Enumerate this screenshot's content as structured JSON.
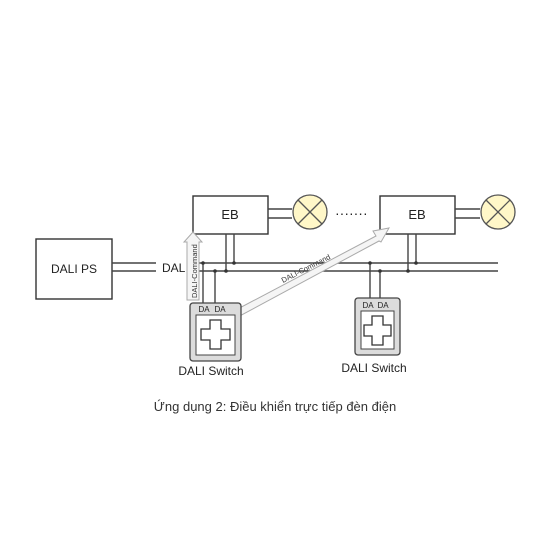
{
  "diagram": {
    "dali_ps_label": "DALI PS",
    "bus_label": "DALI",
    "eb_left_label": "EB",
    "eb_right_label": "EB",
    "dots": "·······",
    "cmd_left": "DALI-Command",
    "cmd_right": "DALI-Command",
    "switch_left": {
      "label": "DALI Switch",
      "da1": "DA",
      "da2": "DA"
    },
    "switch_right": {
      "label": "DALI Switch",
      "da1": "DA",
      "da2": "DA"
    }
  },
  "caption": "Ứng dụng 2:  Điều khiển trực tiếp đèn điện",
  "colors": {
    "stroke": "#333333",
    "switch_fill": "#dcdcdc",
    "arrow_fill": "#f5f5f5",
    "arrow_stroke": "#aaaaaa"
  }
}
